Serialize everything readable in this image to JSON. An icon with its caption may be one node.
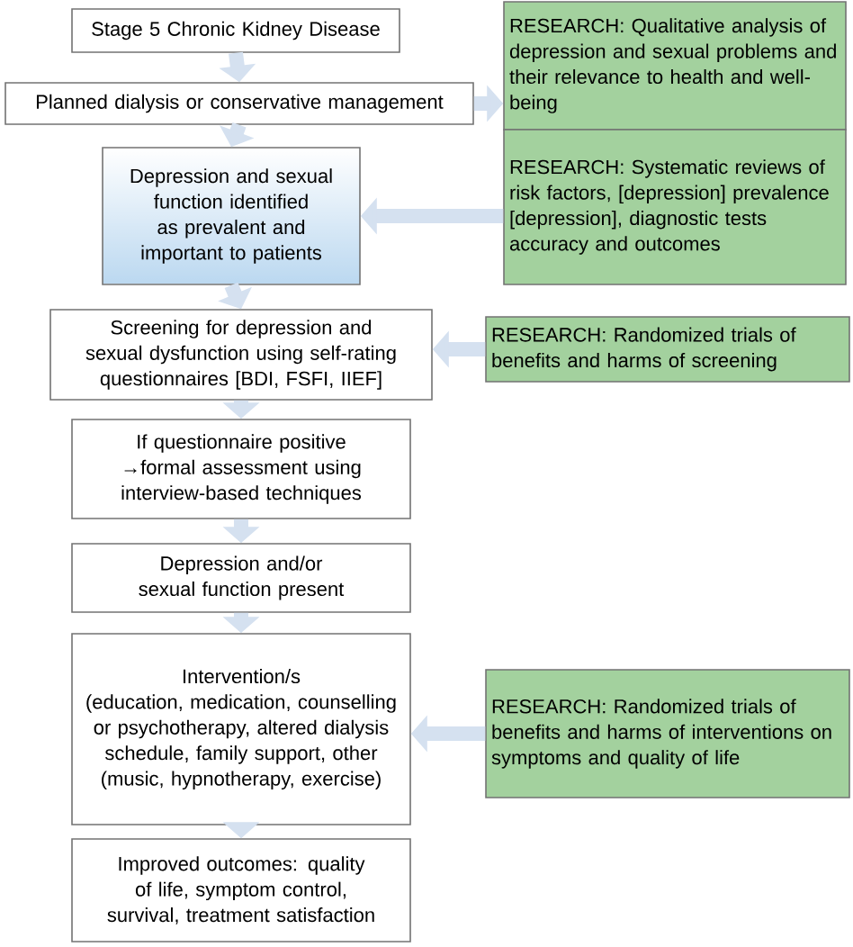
{
  "diagram": {
    "nodes": [
      {
        "text": [
          "Stage 5 Chronic Kidney Disease"
        ]
      },
      {
        "text": [
          "Planned dialysis or conservative management"
        ]
      },
      {
        "text": [
          "Depression and sexual function identified as prevalent and important to patients"
        ]
      },
      {
        "text": [
          "RESEARCH: Qualitative analysis of depression and sexual problems and their relevance to health and well-being"
        ]
      },
      {
        "text": [
          "RESEARCH: Systematic reviews of risk factors, [depression] prevalence [depression], diagnostic tests accuracy and outcomes"
        ]
      },
      {
        "text": [
          "Screening for depression and sexual dysfunction using self-rating questionnaires [BDI, FSFI, IIEF]"
        ]
      },
      {
        "text": [
          "RESEARCH: Randomized trials of benefits and harms of screening"
        ]
      },
      {
        "text": [
          "If questionnaire positive →formal assessment using interview-based techniques"
        ]
      },
      {
        "text": [
          "Depression and/or sexual function present"
        ]
      },
      {
        "text": [
          "Intervention/s",
          "(education, medication, counselling or psychotherapy, altered dialysis schedule, family support, other (music, hypnotherapy, exercise)"
        ]
      },
      {
        "text": [
          "RESEARCH: Randomized trials of benefits and harms of interventions on symptoms and quality of life"
        ]
      },
      {
        "text": [
          "Improved outcomes: quality of life, symptom control, survival, treatment satisfaction"
        ]
      }
    ],
    "edges": [
      {
        "from": 0,
        "to": 1,
        "arrow": "to"
      },
      {
        "from": 1,
        "to": 2,
        "arrow": "to"
      },
      {
        "from": 1,
        "to": 3,
        "arrow": "to"
      },
      {
        "from": 4,
        "to": 2,
        "arrow": "to"
      },
      {
        "from": 2,
        "to": 5,
        "arrow": "to"
      },
      {
        "from": 6,
        "to": 5,
        "arrow": "to"
      },
      {
        "from": 5,
        "to": 7,
        "arrow": "to"
      },
      {
        "from": 7,
        "to": 8,
        "arrow": "to"
      },
      {
        "from": 8,
        "to": 9,
        "arrow": "to"
      },
      {
        "from": 10,
        "to": 9,
        "arrow": "to"
      },
      {
        "from": 9,
        "to": 11,
        "arrow": "to"
      }
    ]
  }
}
